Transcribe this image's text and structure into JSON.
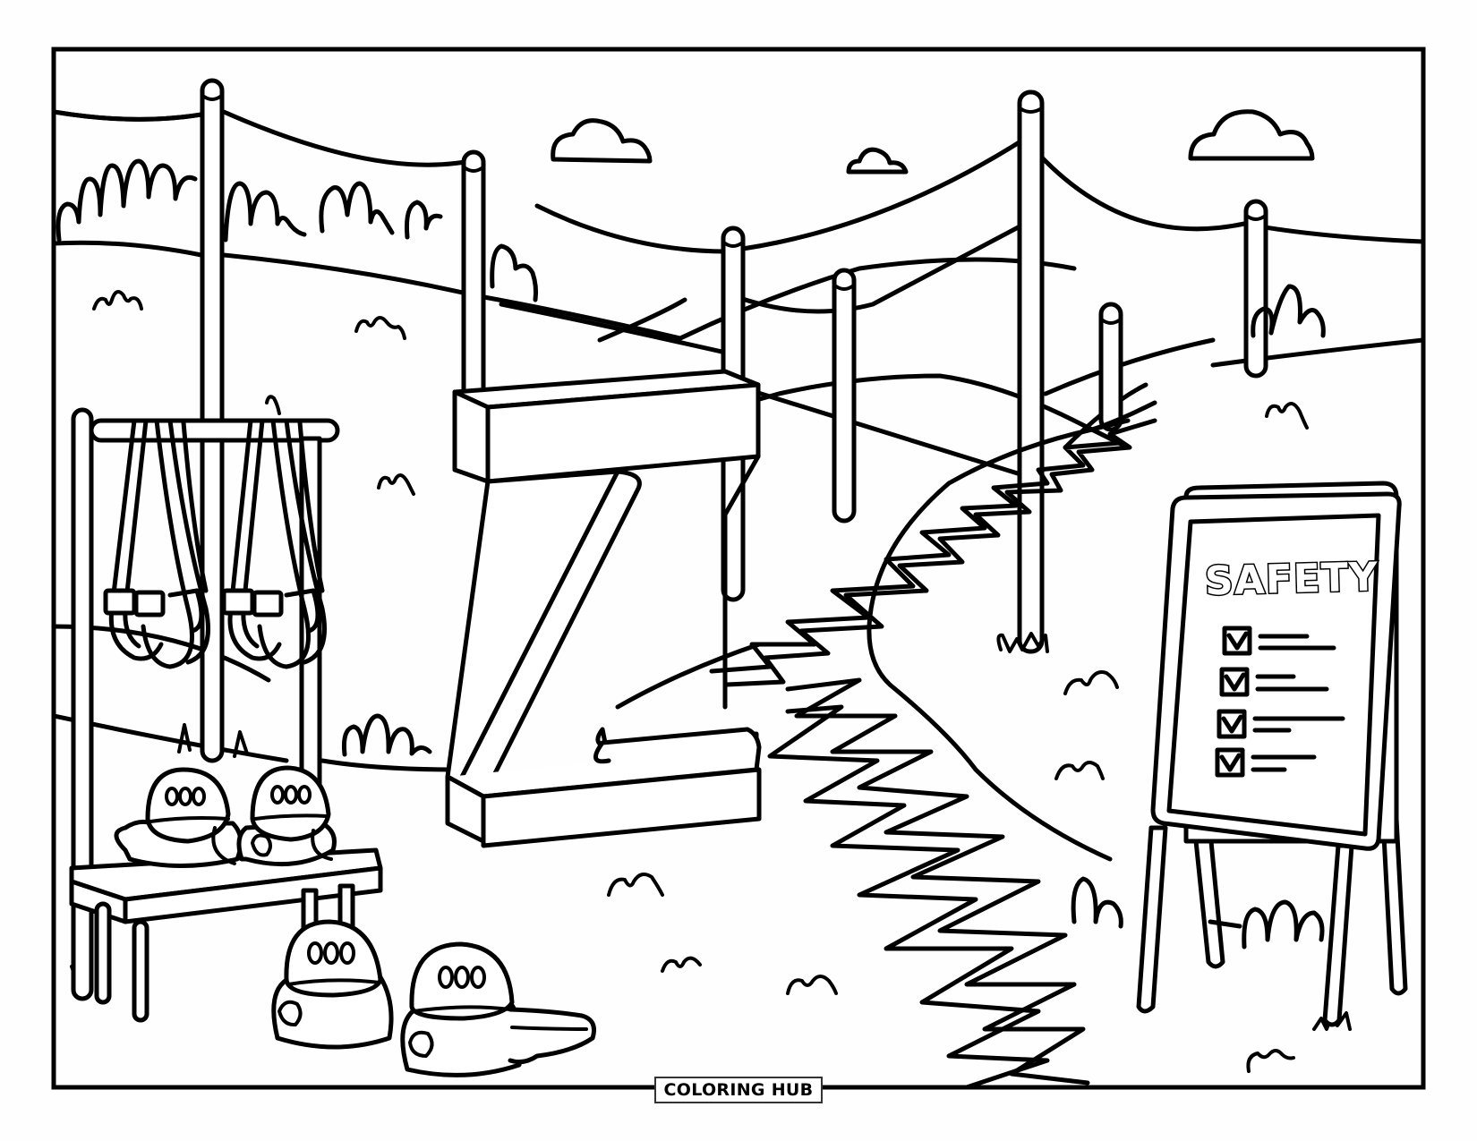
{
  "page": {
    "type": "coloring-page",
    "scene": "zipline ropes course with letter Z"
  },
  "sign": {
    "title": "SAFETY",
    "checklist": [
      {
        "checked": true,
        "icon": "checkbox-checked-icon"
      },
      {
        "checked": true,
        "icon": "checkbox-checked-icon"
      },
      {
        "checked": true,
        "icon": "checkbox-checked-icon"
      },
      {
        "checked": true,
        "icon": "checkbox-checked-icon"
      }
    ]
  },
  "letter": "Z",
  "brand": {
    "label": "COLORING HUB"
  },
  "colors": {
    "line": "#000000",
    "background": "#ffffff"
  }
}
